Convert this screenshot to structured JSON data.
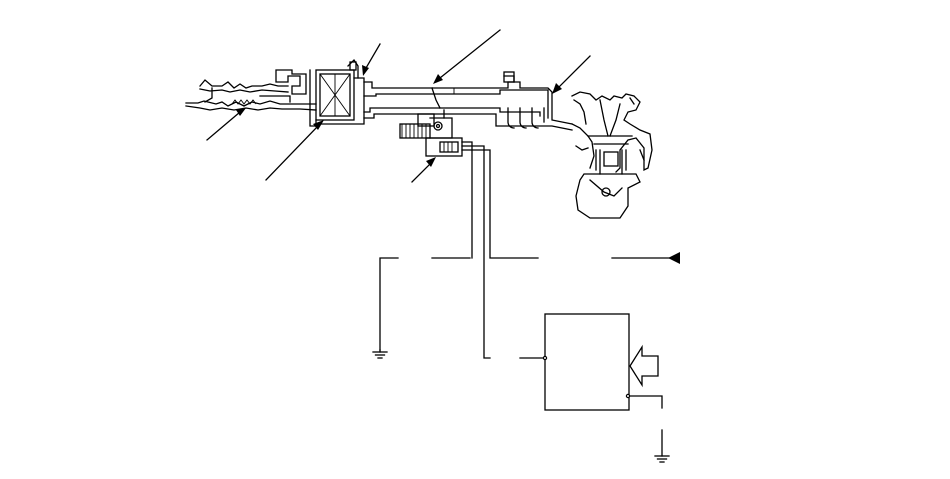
{
  "diagram": {
    "background": "#ffffff",
    "stroke_color": "#000000",
    "components": [
      {
        "name": "air-duct-snorkel"
      },
      {
        "name": "air-cleaner-element"
      },
      {
        "name": "throttle-body"
      },
      {
        "name": "intake-manifold"
      },
      {
        "name": "mass-air-flow-sensor"
      },
      {
        "name": "engine-cylinder-section"
      },
      {
        "name": "control-module-box"
      },
      {
        "name": "input-signal-arrow"
      },
      {
        "name": "ground-symbol-left"
      },
      {
        "name": "ground-symbol-right"
      }
    ],
    "leader_count": 6
  }
}
